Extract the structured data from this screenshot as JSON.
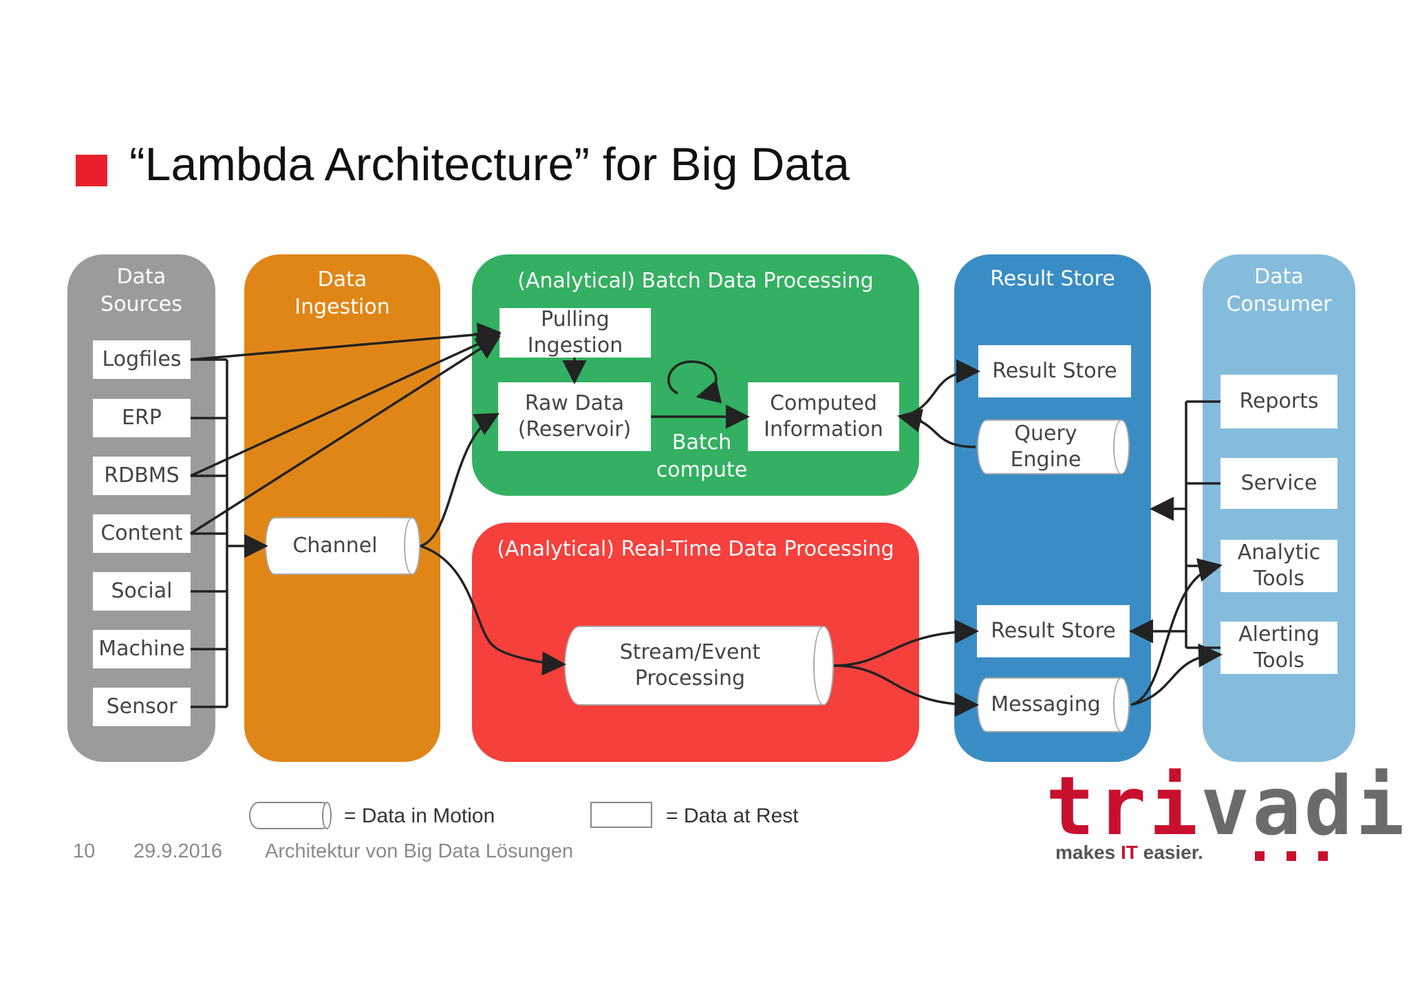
{
  "title": "“Lambda Architecture” for Big Data",
  "lanes": {
    "sources": {
      "title_1": "Data",
      "title_2": "Sources",
      "color": "#9b9b9b",
      "items": [
        "Logfiles",
        "ERP",
        "RDBMS",
        "Content",
        "Social",
        "Machine",
        "Sensor"
      ]
    },
    "ingestion": {
      "title_1": "Data",
      "title_2": "Ingestion",
      "color": "#e08617",
      "channel": "Channel"
    },
    "batch": {
      "title": "(Analytical) Batch Data Processing",
      "color": "#33b061",
      "pulling_1": "Pulling",
      "pulling_2": "Ingestion",
      "raw_1": "Raw Data",
      "raw_2": "(Reservoir)",
      "computed_1": "Computed",
      "computed_2": "Information",
      "batch_1": "Batch",
      "batch_2": "compute"
    },
    "realtime": {
      "title": "(Analytical) Real-Time Data Processing",
      "color": "#f5403c",
      "stream": "Stream/Event Processing"
    },
    "result": {
      "title": "Result Store",
      "color": "#3a8dc4",
      "store_top": "Result Store",
      "query_1": "Query",
      "query_2": "Engine",
      "store_bottom": "Result Store",
      "messaging": "Messaging"
    },
    "consumer": {
      "title_1": "Data",
      "title_2": "Consumer",
      "color": "#85bcdc",
      "reports": "Reports",
      "service": "Service",
      "analytic_1": "Analytic",
      "analytic_2": "Tools",
      "alerting_1": "Alerting",
      "alerting_2": "Tools"
    }
  },
  "legend": {
    "motion": "= Data in Motion",
    "rest": "= Data at Rest"
  },
  "footer": {
    "page": "10",
    "date": "29.9.2016",
    "subtitle": "Architektur von Big Data Lösungen"
  },
  "logo": {
    "word_1": "tri",
    "word_2": "vadis",
    "tag_1": "makes ",
    "tag_it": "IT",
    "tag_2": " easier."
  },
  "colors": {
    "accent": "#e8202b",
    "arrow": "#222222"
  }
}
